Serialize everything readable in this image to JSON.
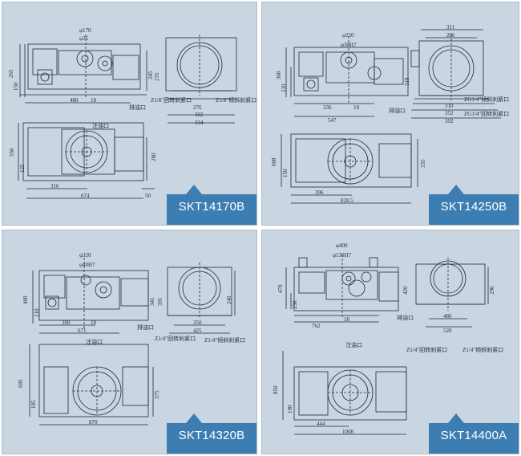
{
  "panels": [
    {
      "model": "SKT14170B",
      "top_view": {
        "dia_outer": "φ170",
        "dia_inner": "φ35",
        "h_total": "265",
        "h_center": "150",
        "h_right": "245",
        "h_right2": "235",
        "w_base": "480",
        "w_slot": "18",
        "oil_drain": "排油口"
      },
      "side_view": {
        "port_rot": "Z1/8\"回转刹紧口",
        "port_tilt": "Z1/8\"倾斜刹紧口",
        "w1": "276",
        "w2": "302",
        "w3": "334"
      },
      "plan_view": {
        "oil_fill": "注油口",
        "depth": "550",
        "offset": "125",
        "w_inner": "316",
        "w_total": "674",
        "h_right": "280",
        "gap": "50"
      }
    },
    {
      "model": "SKT14250B",
      "top_view": {
        "dia_outer": "φ250",
        "dia_inner": "φ30H7",
        "h_total": "360",
        "h_center": "210",
        "h_right": "318",
        "w_base": "336",
        "w_slot": "18",
        "w_total": "547",
        "oil_drain": "排油口"
      },
      "side_view": {
        "port_tilt": "ZG1/4\"倾斜刹紧口",
        "port_rot": "ZG1/4\"回转刹紧口",
        "w_top": "311",
        "w_top2": "286",
        "w1": "310",
        "w2": "352",
        "w3": "392"
      },
      "plan_view": {
        "depth": "608",
        "offset": "150",
        "w_inner": "396",
        "w_total": "828.5",
        "h_right": "335"
      }
    },
    {
      "model": "SKT14320B",
      "top_view": {
        "dia_outer": "φ320",
        "dia_inner": "φ40H7",
        "h_total": "400",
        "h_center": "210",
        "h_right": "341",
        "h_right2": "391",
        "w_base": "390",
        "w_slot": "18",
        "w_total": "671",
        "oil_drain": "排油口"
      },
      "side_view": {
        "port_rot": "Z1/4\"回转刹紧口",
        "port_tilt": "Z1/4\"倾斜刹紧口",
        "w1": "350",
        "w2": "425",
        "h_right": "240"
      },
      "plan_view": {
        "oil_fill": "注油口",
        "depth": "695",
        "offset": "185",
        "w_total": "870",
        "h_right": "375"
      }
    },
    {
      "model": "SKT14400A",
      "top_view": {
        "dia_outer": "φ400",
        "dia_inner": "φ130H7",
        "h_total": "470",
        "h_center": "250",
        "h_right": "420",
        "w_base": "762",
        "w_slot": "18",
        "oil_drain": "排油口"
      },
      "side_view": {
        "port_rot": "Z1/4\"回转刹紧口",
        "port_tilt": "Z1/4\"倾斜刹紧口",
        "w1": "480",
        "w2": "520",
        "h_right": "290"
      },
      "plan_view": {
        "oil_fill": "注油口",
        "depth": "850",
        "offset": "190",
        "w_inner": "444",
        "w_total": "1008"
      }
    }
  ],
  "colors": {
    "panel_bg": "#c9d6e2",
    "line": "#1e2a38",
    "badge": "#3d7eb2"
  }
}
